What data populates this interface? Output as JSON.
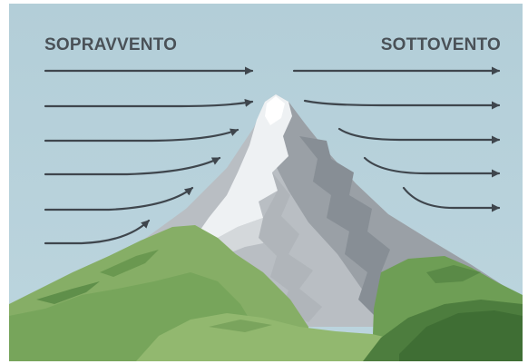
{
  "labels": {
    "windward": "SOPRAVVENTO",
    "leeward": "SOTTOVENTO"
  },
  "colors": {
    "sky": "#b6d0da",
    "snow": "#eef1f3",
    "rock_light": "#c9cdd1",
    "rock_mid": "#a7acb1",
    "rock_dark": "#8e959b",
    "grass_light": "#8db46a",
    "grass_mid": "#6e9e55",
    "grass_dark": "#4a7a3c",
    "arrow": "#3f464d",
    "label": "#4a5157"
  },
  "icons": {
    "arrowhead": "triangle-arrowhead"
  }
}
